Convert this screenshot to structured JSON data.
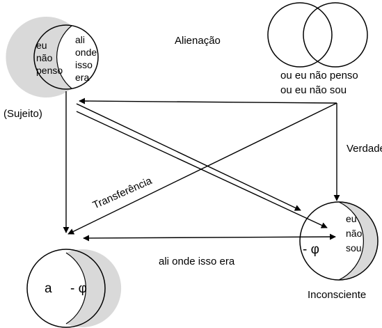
{
  "labels": {
    "alienacao": "Alienação",
    "sujeito": "(Sujeito)",
    "verdade": "Verdade",
    "transferencia": "Transferência",
    "ali_onde_isso_era": "ali onde isso era",
    "inconsciente": "Inconsciente",
    "ou_eu_nao_penso": "ou eu não penso",
    "ou_eu_nao_sou": "ou eu não sou"
  },
  "topLeftCircle": {
    "left": [
      "eu",
      "não",
      "penso"
    ],
    "right": [
      "ali",
      "onde",
      "isso",
      "era"
    ]
  },
  "rightCircle": {
    "left": "- φ",
    "right": [
      "eu",
      "não",
      "sou"
    ]
  },
  "bottomLeftCircle": {
    "left": "a",
    "right": "- φ"
  },
  "colors": {
    "shade": "#d9d9d9",
    "stroke": "#000000"
  }
}
